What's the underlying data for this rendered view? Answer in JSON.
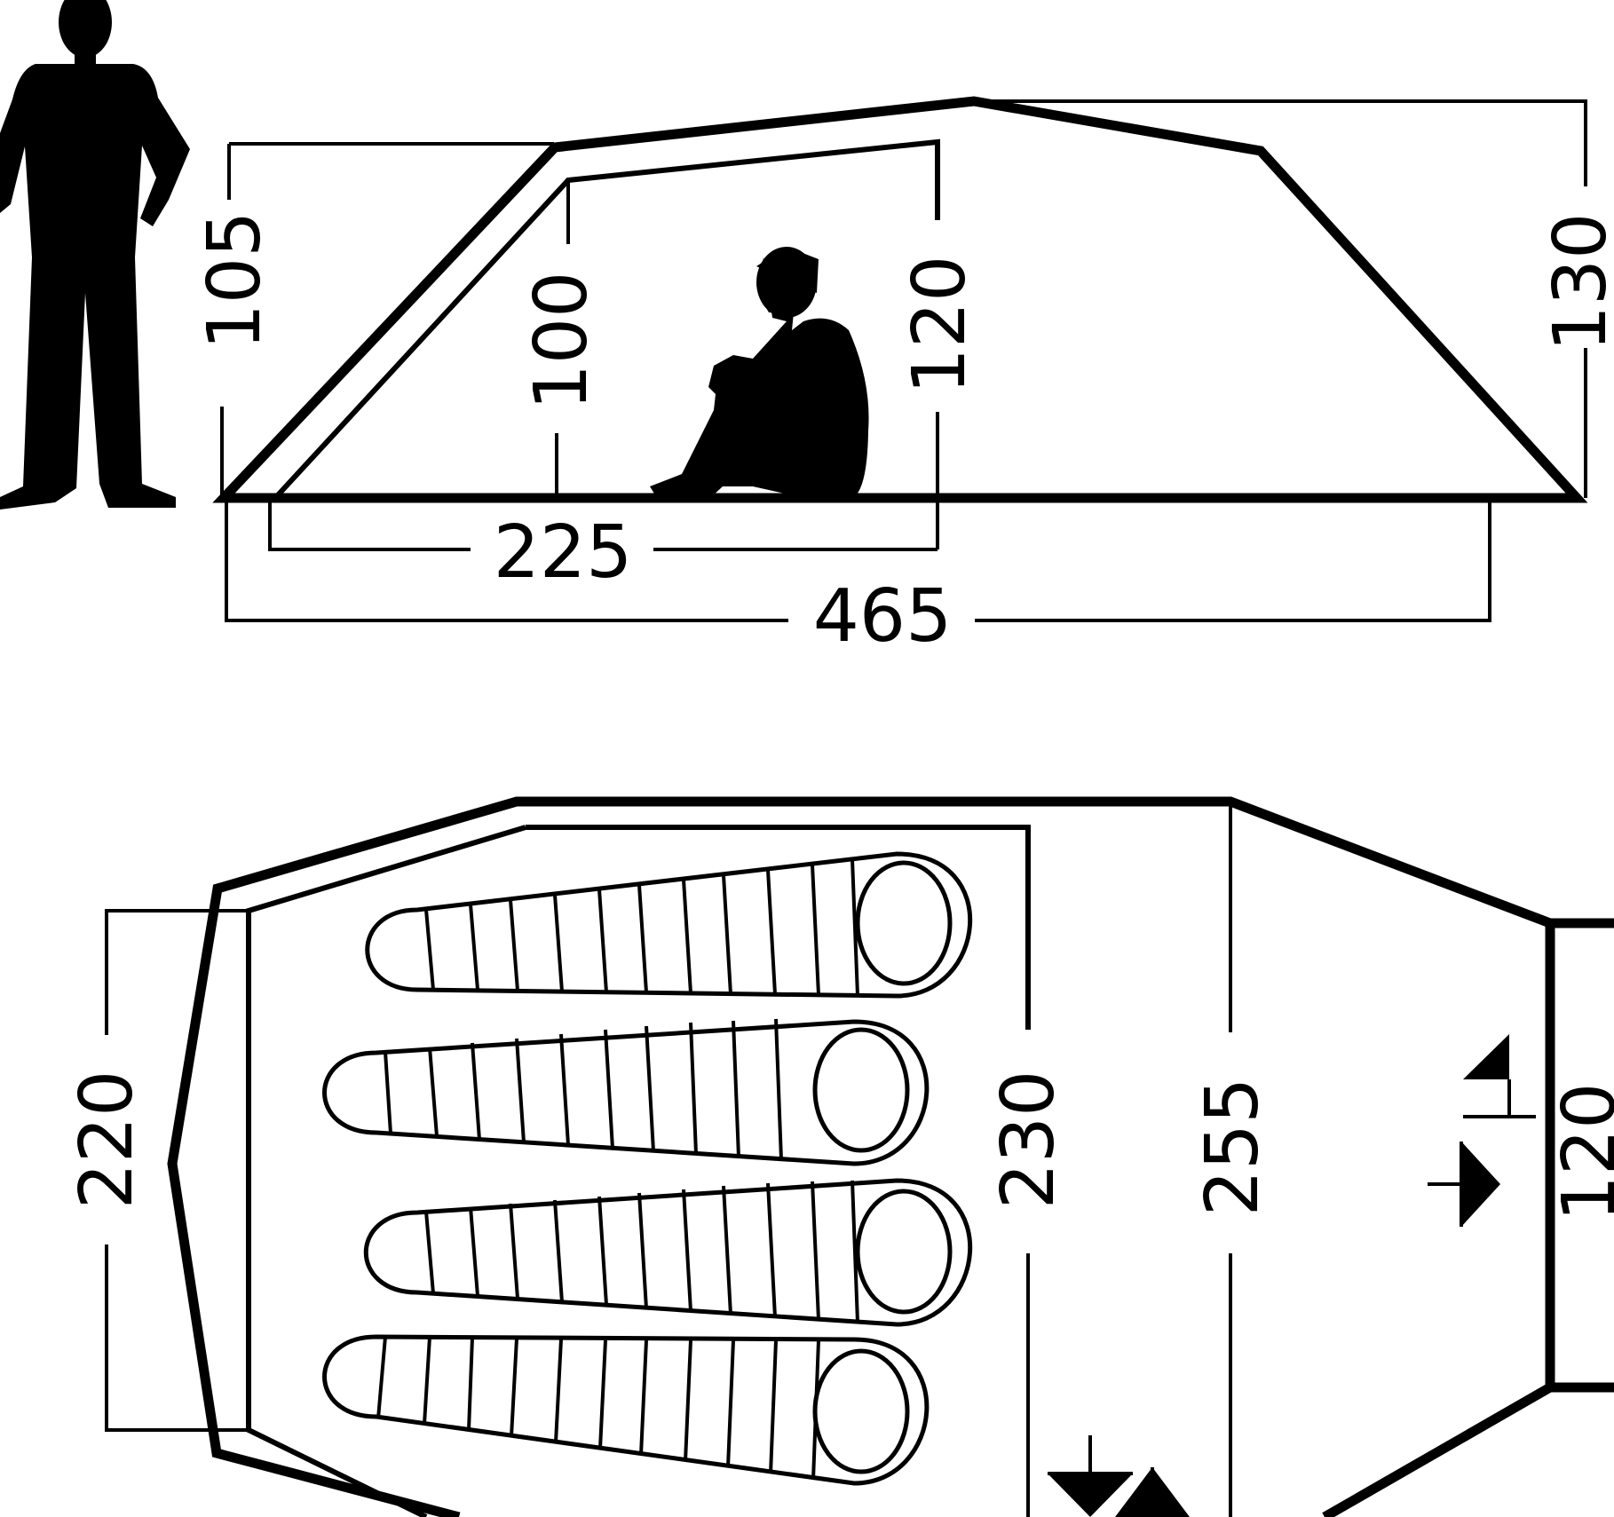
{
  "side_view": {
    "dims": {
      "left_wall_height": "105",
      "inner_front_height": "100",
      "inner_rear_height": "120",
      "rear_height": "130",
      "inner_length": "225",
      "total_length": "465"
    }
  },
  "floor_plan": {
    "dims": {
      "front_width": "220",
      "inner_width": "230",
      "outer_width": "255",
      "rear_width": "120"
    },
    "sleeping_bag_count": 4
  },
  "icons": [
    "standing-person-icon",
    "sitting-person-icon",
    "sleeping-bag-icon",
    "entrance-arrow-icon"
  ],
  "colors": {
    "line": "#000000",
    "background": "#ffffff"
  }
}
